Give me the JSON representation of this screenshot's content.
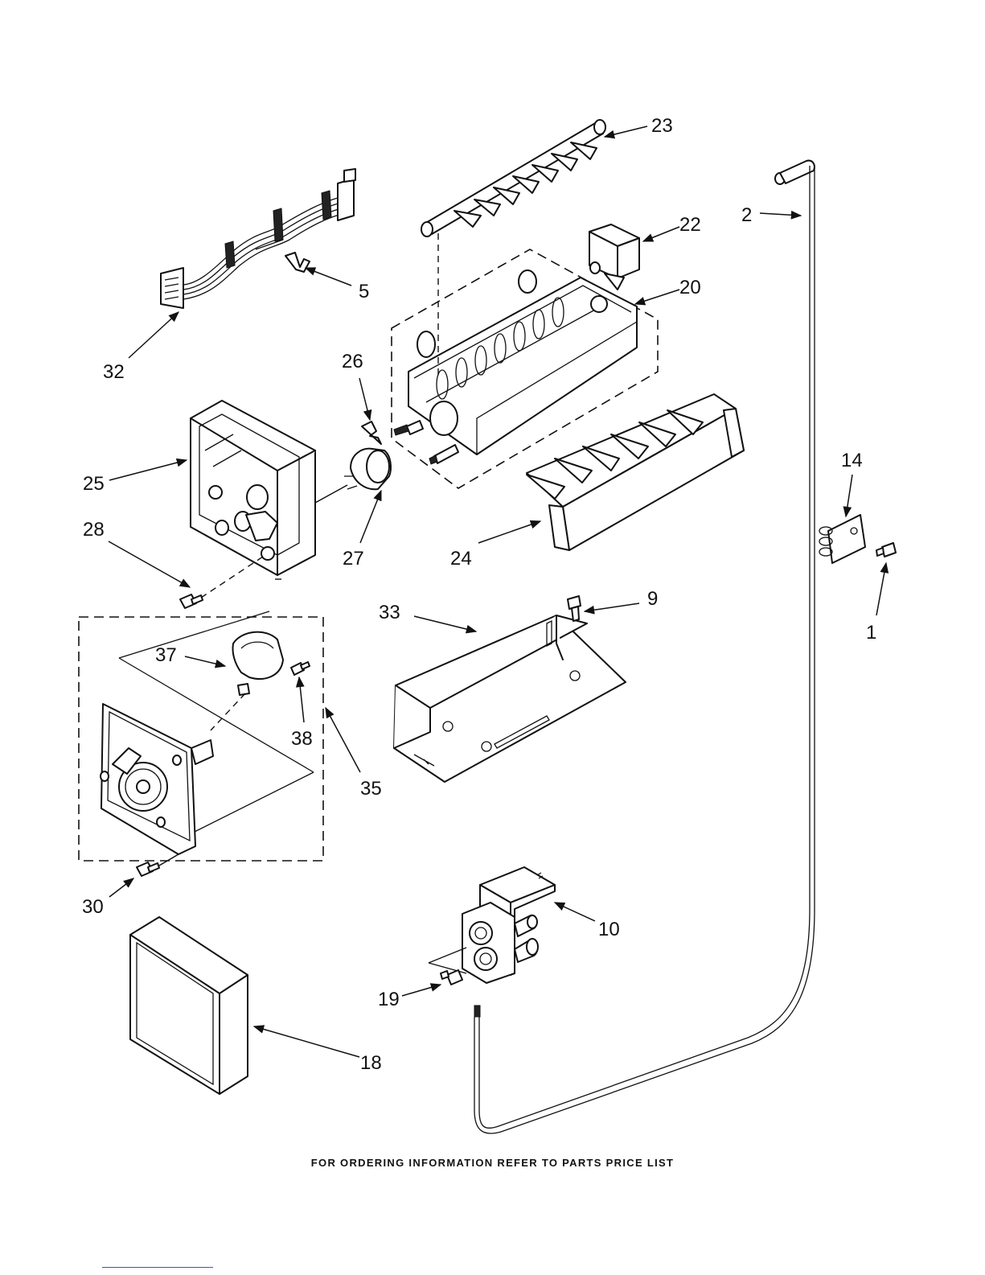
{
  "diagram": {
    "callouts": [
      {
        "id": "23",
        "label": "23"
      },
      {
        "id": "2",
        "label": "2"
      },
      {
        "id": "22",
        "label": "22"
      },
      {
        "id": "20",
        "label": "20"
      },
      {
        "id": "5",
        "label": "5"
      },
      {
        "id": "32",
        "label": "32"
      },
      {
        "id": "26",
        "label": "26"
      },
      {
        "id": "25",
        "label": "25"
      },
      {
        "id": "28",
        "label": "28"
      },
      {
        "id": "27",
        "label": "27"
      },
      {
        "id": "24",
        "label": "24"
      },
      {
        "id": "14",
        "label": "14"
      },
      {
        "id": "1",
        "label": "1"
      },
      {
        "id": "9",
        "label": "9"
      },
      {
        "id": "33",
        "label": "33"
      },
      {
        "id": "37",
        "label": "37"
      },
      {
        "id": "38",
        "label": "38"
      },
      {
        "id": "35",
        "label": "35"
      },
      {
        "id": "30",
        "label": "30"
      },
      {
        "id": "10",
        "label": "10"
      },
      {
        "id": "19",
        "label": "19"
      },
      {
        "id": "18",
        "label": "18"
      }
    ]
  },
  "footer": {
    "note": "FOR ORDERING INFORMATION REFER TO PARTS PRICE LIST"
  }
}
